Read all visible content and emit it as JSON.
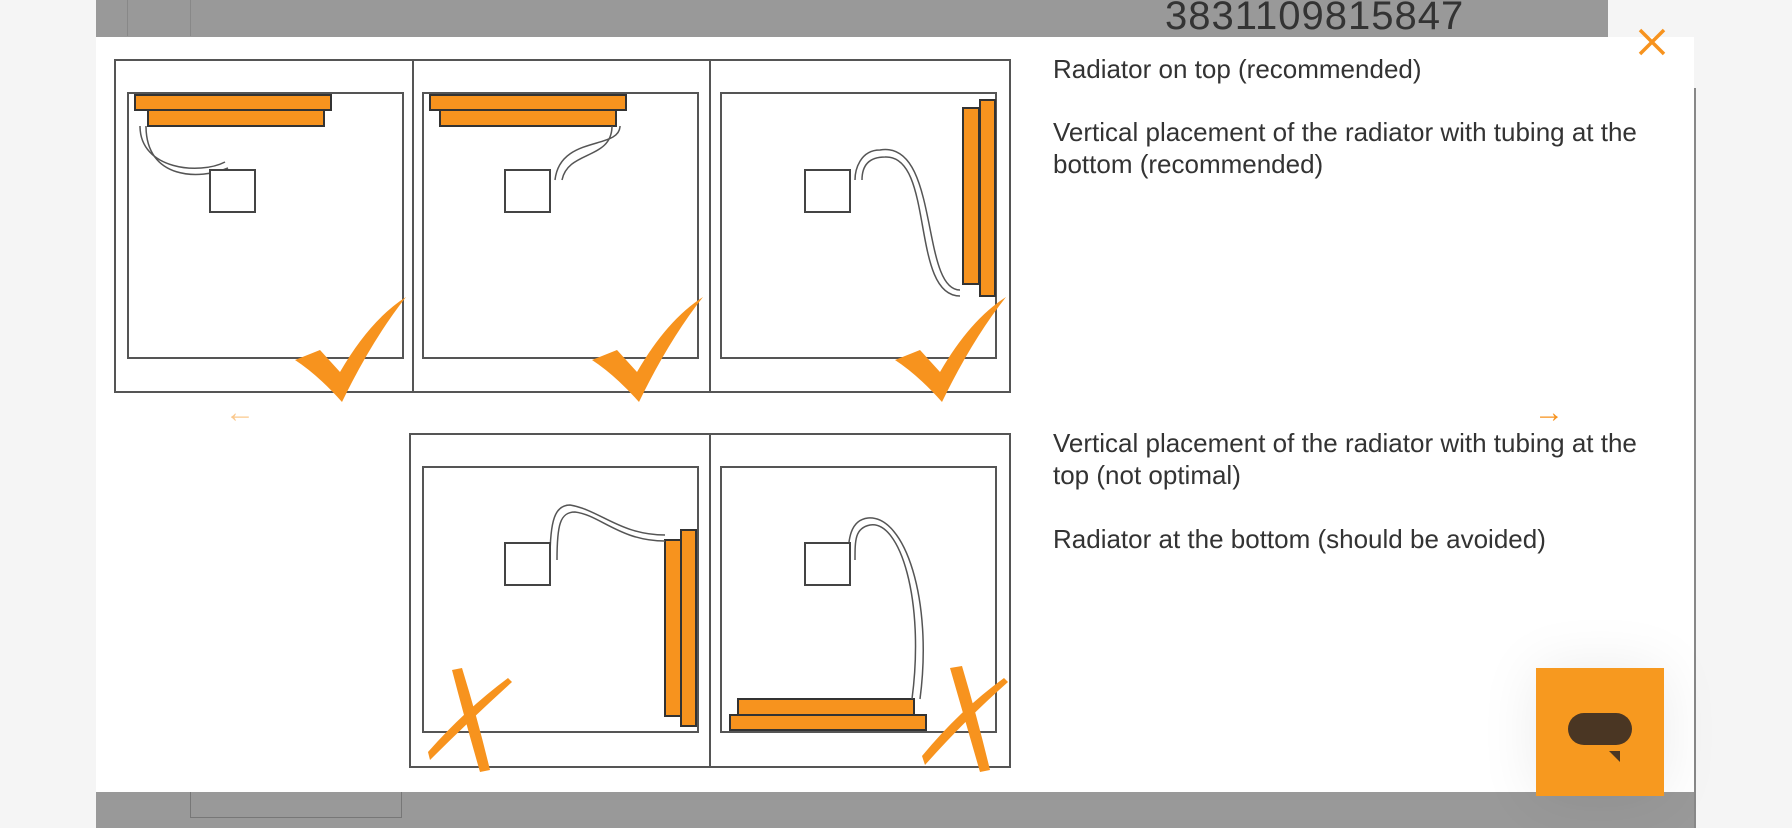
{
  "background": {
    "product_number": "3831109815847"
  },
  "modal": {
    "captions": [
      "Radiator on top (recommended)",
      "Vertical placement of the radiator with tubing at the bottom (recommended)",
      "Vertical placement of the radiator with tubing at the top (not optimal)",
      "Radiator at the bottom (should be avoided)"
    ],
    "close_icon": "close-icon",
    "prev_icon": "arrow-left-icon",
    "next_icon": "arrow-right-icon"
  },
  "chat": {
    "icon": "chat-bubble-icon"
  },
  "colors": {
    "accent": "#f7931e",
    "chat_bg": "#f7991f",
    "chat_icon": "#4a3623",
    "line": "#555555"
  }
}
